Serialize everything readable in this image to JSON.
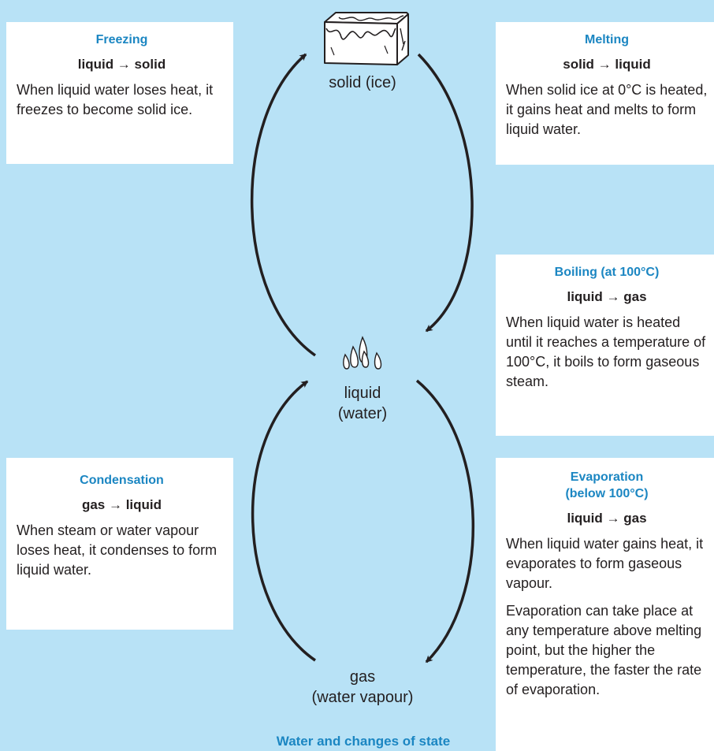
{
  "caption": "Water and changes of state",
  "states": {
    "solid": "solid (ice)",
    "liquid": "liquid\n(water)",
    "gas": "gas\n(water vapour)"
  },
  "boxes": {
    "freezing": {
      "title": "Freezing",
      "formula": "liquid → solid",
      "text": "When liquid water loses heat, it freezes to become solid ice."
    },
    "melting": {
      "title": "Melting",
      "formula": "solid → liquid",
      "text": "When solid ice at 0°C is heated, it gains heat and melts to form liquid water."
    },
    "boiling": {
      "title": "Boiling (at 100°C)",
      "formula": "liquid → gas",
      "text": "When liquid water is heated until it reaches a temperature of 100°C, it boils to form gaseous steam."
    },
    "condensation": {
      "title": "Condensation",
      "formula": "gas → liquid",
      "text": "When steam or water vapour loses heat, it condenses to form liquid water."
    },
    "evaporation": {
      "title": "Evaporation\n(below 100°C)",
      "formula": "liquid → gas",
      "text": "When liquid water gains heat, it evaporates to form gaseous vapour.",
      "text2": "Evaporation can take place at any temperature above melting point, but the higher the temperature, the faster the rate of evaporation."
    }
  },
  "colors": {
    "background": "#b8e2f6",
    "title_blue": "#1b86c2",
    "box_fill": "#ffffff",
    "ink": "#231f20"
  },
  "icons": [
    "ice-cube-icon",
    "water-droplets-icon",
    "cycle-arrow-icon"
  ]
}
